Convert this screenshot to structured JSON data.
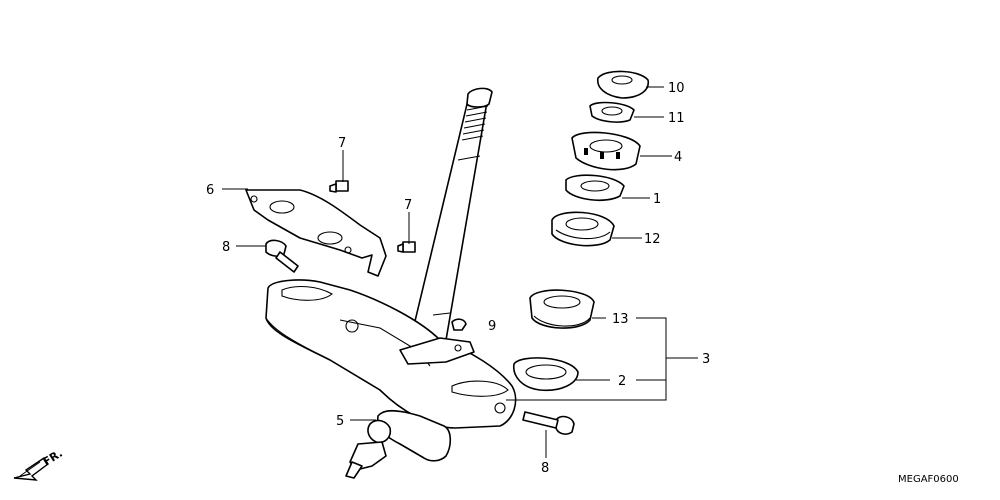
{
  "labels": {
    "p1": "1",
    "p2": "2",
    "p3": "3",
    "p4": "4",
    "p5": "5",
    "p6": "6",
    "p7a": "7",
    "p7b": "7",
    "p8a": "8",
    "p8b": "8",
    "p9": "9",
    "p10": "10",
    "p11": "11",
    "p12": "12",
    "p13": "13"
  },
  "direction": "FR.",
  "diagram_code": "MEGAF0600"
}
